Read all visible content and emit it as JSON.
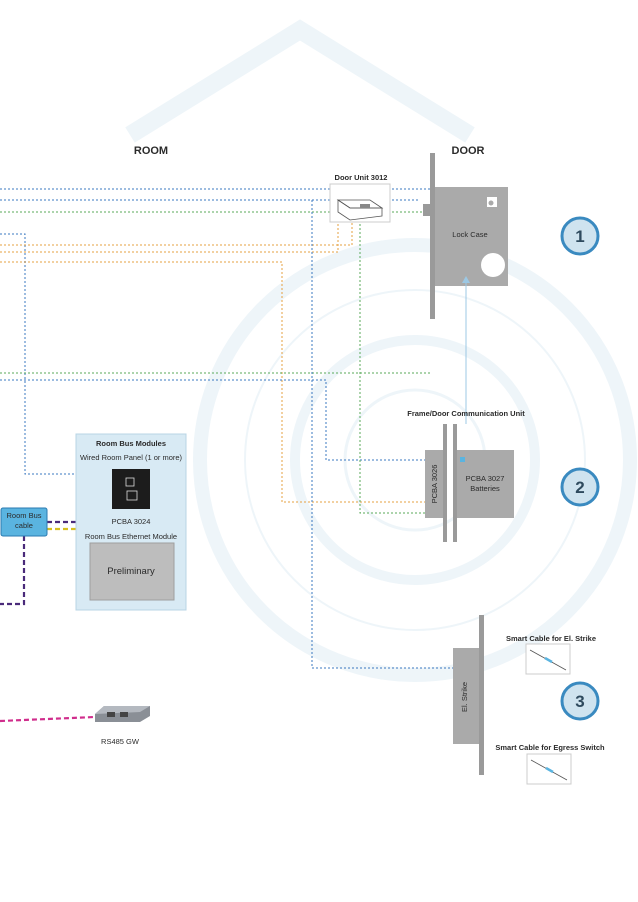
{
  "headers": {
    "room": "ROOM",
    "door": "DOOR"
  },
  "door_unit": {
    "label": "Door Unit 3012"
  },
  "lock_case": {
    "label": "Lock Case"
  },
  "frame_unit": {
    "title": "Frame/Door Communication Unit",
    "pcba_left": "PCBA 3026",
    "pcba_right_1": "PCBA 3027",
    "pcba_right_2": "Batteries"
  },
  "room_bus": {
    "title": "Room Bus Modules",
    "wired_panel": "Wired Room Panel (1 or more)",
    "pcba": "PCBA 3024",
    "ethernet": "Room Bus Ethernet Module",
    "preliminary": "Preliminary"
  },
  "room_bus_cable": {
    "line1": "Room Bus",
    "line2": "cable"
  },
  "gateway": {
    "label": "RS485 GW"
  },
  "strike": {
    "label": "El. Strike",
    "cable_strike": "Smart Cable for El. Strike",
    "cable_egress": "Smart Cable for Egress Switch"
  },
  "badges": [
    "1",
    "2",
    "3"
  ],
  "colors": {
    "blue_line": "#3b78c0",
    "green_line": "#5aaa5a",
    "orange_line": "#e6a040",
    "purple_line": "#4a2a7a",
    "magenta_line": "#d02d8c",
    "yellow_line": "#d8c020",
    "panel_bg": "#d8eaf4",
    "module_gray": "#bdbdbd",
    "badge_fill": "#cfe3ef",
    "badge_stroke": "#3a8ac0"
  }
}
